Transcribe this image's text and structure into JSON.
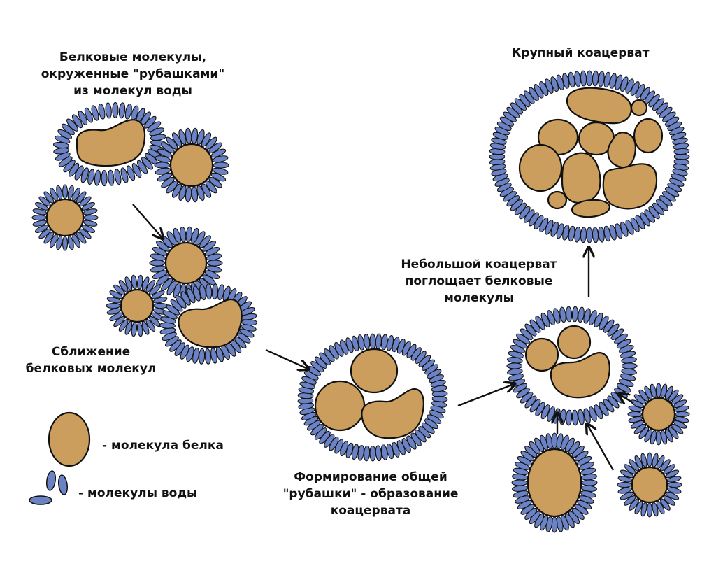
{
  "colors": {
    "protein": "#cc9e5e",
    "water": "#6b82c4",
    "outline": "#111111",
    "arrow": "#111111"
  },
  "labels": {
    "proteins_with_shells": [
      "Белковые молекулы,",
      "окруженные \"рубашками\"",
      "из молекул воды"
    ],
    "approach": [
      "Сближение",
      "белковых молекул"
    ],
    "shell_formation": [
      "Формирование общей",
      "\"рубашки\" - образование",
      "коацервата"
    ],
    "small_absorbs": [
      "Небольшой коацерват",
      "поглощает белковые",
      "молекулы"
    ],
    "large_coacervate": [
      "Крупный коацерват"
    ]
  },
  "legend": {
    "protein_label": "- молекула белка",
    "water_label": "- молекулы воды"
  }
}
